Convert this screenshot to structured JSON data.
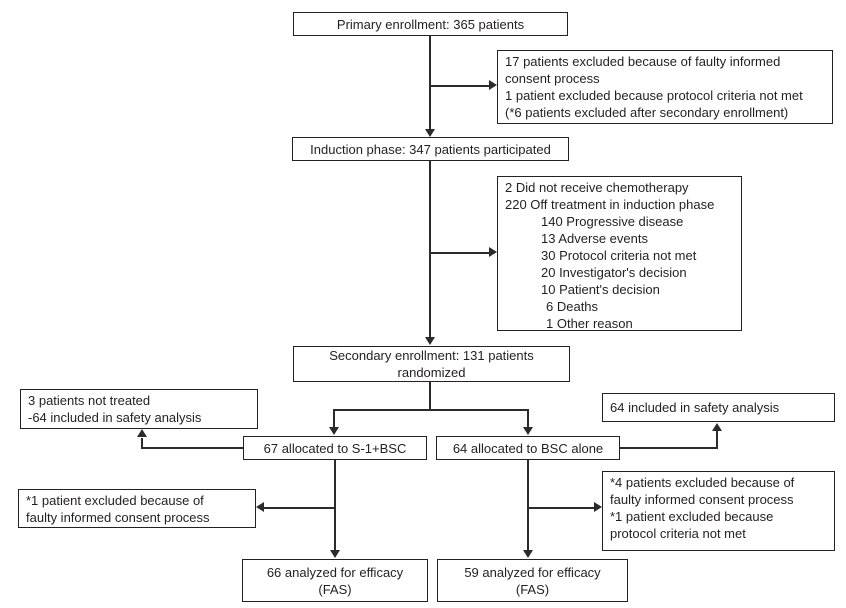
{
  "colors": {
    "background": "#ffffff",
    "box_border": "#222222",
    "connector": "#2b2b2b",
    "text": "#231f20"
  },
  "flowchart": {
    "primary": {
      "text": "Primary enrollment: 365 patients"
    },
    "primary_exclusions": {
      "lines": [
        "17 patients excluded because of faulty informed",
        "consent process",
        "1 patient excluded because protocol criteria not met",
        "(*6 patients excluded after secondary enrollment)"
      ]
    },
    "induction": {
      "text": "Induction phase: 347 patients participated"
    },
    "induction_exclusions": {
      "lines": [
        "2 Did not receive chemotherapy",
        "220 Off treatment in induction phase",
        "140 Progressive disease",
        "13 Adverse events",
        "30 Protocol criteria not met",
        "20 Investigator's decision",
        "10 Patient's decision",
        "6 Deaths",
        "1 Other reason"
      ]
    },
    "secondary": {
      "lines": [
        "Secondary enrollment: 131 patients",
        "randomized"
      ]
    },
    "safety_left": {
      "lines": [
        "3 patients not treated",
        "-64 included in safety analysis"
      ]
    },
    "safety_right": {
      "text": "64 included in safety analysis"
    },
    "allocation_s1bsc": {
      "text": "67 allocated to S-1+BSC"
    },
    "allocation_bsc": {
      "text": "64 allocated to BSC alone"
    },
    "exclusion_s1bsc": {
      "lines": [
        "*1 patient excluded because of",
        "faulty informed consent process"
      ]
    },
    "exclusion_bsc": {
      "lines": [
        "*4 patients excluded because of",
        "faulty informed consent process",
        "*1 patient excluded because",
        "protocol criteria not met"
      ]
    },
    "efficacy_s1bsc": {
      "lines": [
        "66 analyzed for efficacy",
        "(FAS)"
      ]
    },
    "efficacy_bsc": {
      "lines": [
        "59 analyzed for efficacy",
        "(FAS)"
      ]
    }
  }
}
